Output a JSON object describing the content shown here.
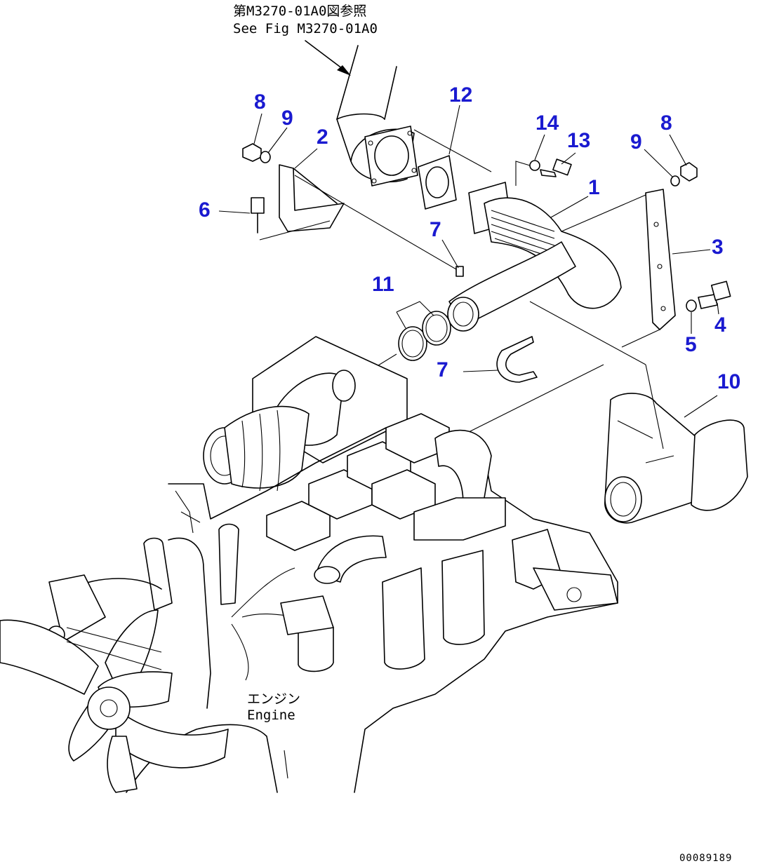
{
  "reference": {
    "line_ja": "第M3270-01A0図参照",
    "line_en": "See Fig M3270-01A0"
  },
  "engine_label": {
    "ja": "エンジン",
    "en": "Engine"
  },
  "figure_number": "00089189",
  "callouts": [
    "1",
    "2",
    "3",
    "4",
    "5",
    "6",
    "7",
    "7",
    "8",
    "8",
    "9",
    "9",
    "10",
    "11",
    "12",
    "13",
    "14"
  ],
  "colors": {
    "callout": "#1a1ad0",
    "line": "#000000",
    "background": "#ffffff"
  }
}
